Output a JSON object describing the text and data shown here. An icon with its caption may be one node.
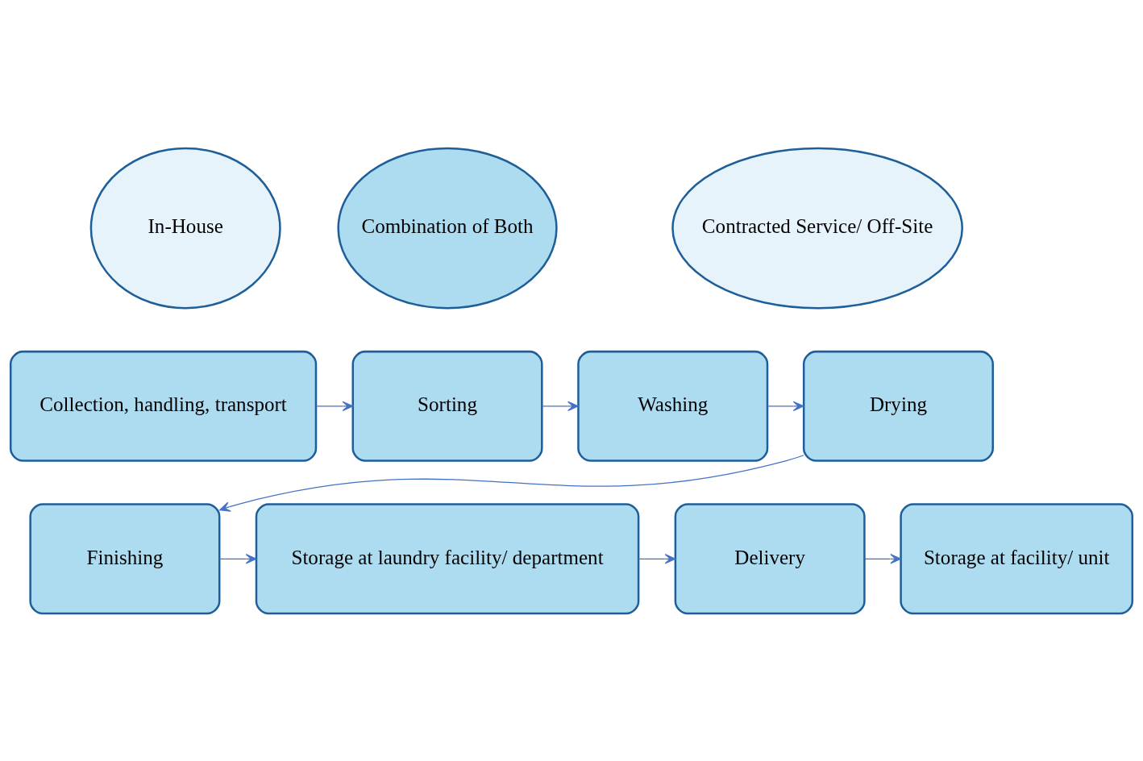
{
  "diagram": {
    "nodes": [
      {
        "text": [
          "In-House"
        ]
      },
      {
        "text": [
          "Combination of Both"
        ]
      },
      {
        "text": [
          "Contracted Service/ Off-Site"
        ]
      },
      {
        "text": [
          "Collection, handling, transport"
        ]
      },
      {
        "text": [
          "Sorting"
        ]
      },
      {
        "text": [
          "Washing"
        ]
      },
      {
        "text": [
          "Drying"
        ]
      },
      {
        "text": [
          "Finishing"
        ]
      },
      {
        "text": [
          "Storage at laundry facility/ department"
        ]
      },
      {
        "text": [
          "Delivery"
        ]
      },
      {
        "text": [
          "Storage at facility/ unit"
        ]
      }
    ],
    "edges": [
      {
        "from": 3,
        "to": 4,
        "arrow": "to"
      },
      {
        "from": 4,
        "to": 5,
        "arrow": "to"
      },
      {
        "from": 5,
        "to": 6,
        "arrow": "to"
      },
      {
        "from": 6,
        "to": 7,
        "arrow": "to"
      },
      {
        "from": 7,
        "to": 8,
        "arrow": "to"
      },
      {
        "from": 8,
        "to": 9,
        "arrow": "to"
      },
      {
        "from": 9,
        "to": 10,
        "arrow": "to"
      }
    ]
  }
}
